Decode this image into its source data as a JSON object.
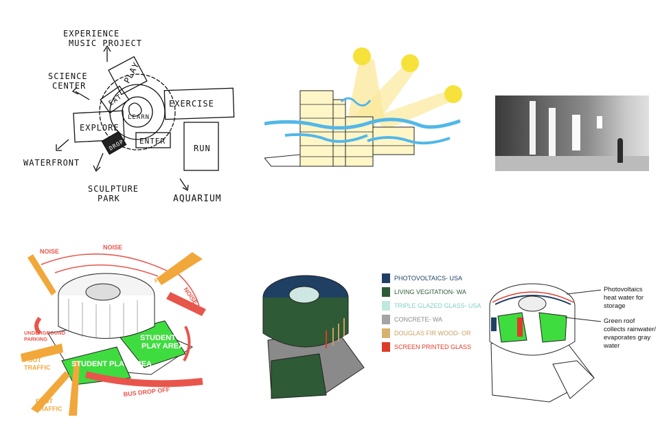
{
  "sketch": {
    "labels": {
      "experience": "EXPERIENCE",
      "music_project": "MUSIC PROJECT",
      "science": "SCIENCE",
      "center": "CENTER",
      "play": "PLAY",
      "eat": "EAT",
      "learn": "LEARN",
      "exercise": "EXERCISE",
      "explore": "EXPLORE",
      "enter": "ENTER",
      "drop": "DROP",
      "run": "RUN",
      "waterfront": "WATERFRONT",
      "sculpture": "SCULPTURE",
      "park": "PARK",
      "aquarium": "AQUARIUM"
    }
  },
  "site_diagram": {
    "labels": {
      "noise_1": "NOISE",
      "noise_2": "NOISE",
      "noise_3": "NOISE",
      "foot_traffic_top": "FOOT TRAFFIC",
      "underground": "UNDERGROUND",
      "parking": "PARKING",
      "student": "STUDENT",
      "play_area": "PLAY AREA",
      "student_play_area": "STUDENT PLAY AREA",
      "foot_1": "FOOT",
      "traffic_1": "TRAFFIC",
      "foot_2": "FOOT",
      "traffic_2": "TRAFFIC",
      "bus_drop_off": "BUS DROP OFF"
    },
    "colors": {
      "orange": "#f2a73a",
      "red": "#e8554b",
      "green": "#3fdc3f"
    }
  },
  "materials_legend": {
    "items": [
      {
        "label": "PHOTOVOLTAICS- USA",
        "swatch": "#1f3f63",
        "text_color": "#1f3f63"
      },
      {
        "label": "LIVING VEGITATION- WA",
        "swatch": "#2e5a36",
        "text_color": "#2e5a36"
      },
      {
        "label": "TRIPLE GLAZED GLASS- USA",
        "swatch": "#bfe9e0",
        "text_color": "#7fcfc4"
      },
      {
        "label": "CONCRETE- WA",
        "swatch": "#a4a4a4",
        "text_color": "#8a8a8a"
      },
      {
        "label": "DOUGLAS FIR WOOD- OR",
        "swatch": "#d7b26f",
        "text_color": "#c9a060"
      },
      {
        "label": "SCREEN PRINTED GLASS",
        "swatch": "#e03a2a",
        "text_color": "#e03a2a"
      }
    ]
  },
  "systems_diagram": {
    "notes": {
      "pv_1": "Photovoltaics",
      "pv_2": "heat water for",
      "pv_3": "storage",
      "gr_1": "Green roof",
      "gr_2": "collects rainwater/",
      "gr_3": "evaporates gray",
      "gr_4": "water"
    }
  }
}
